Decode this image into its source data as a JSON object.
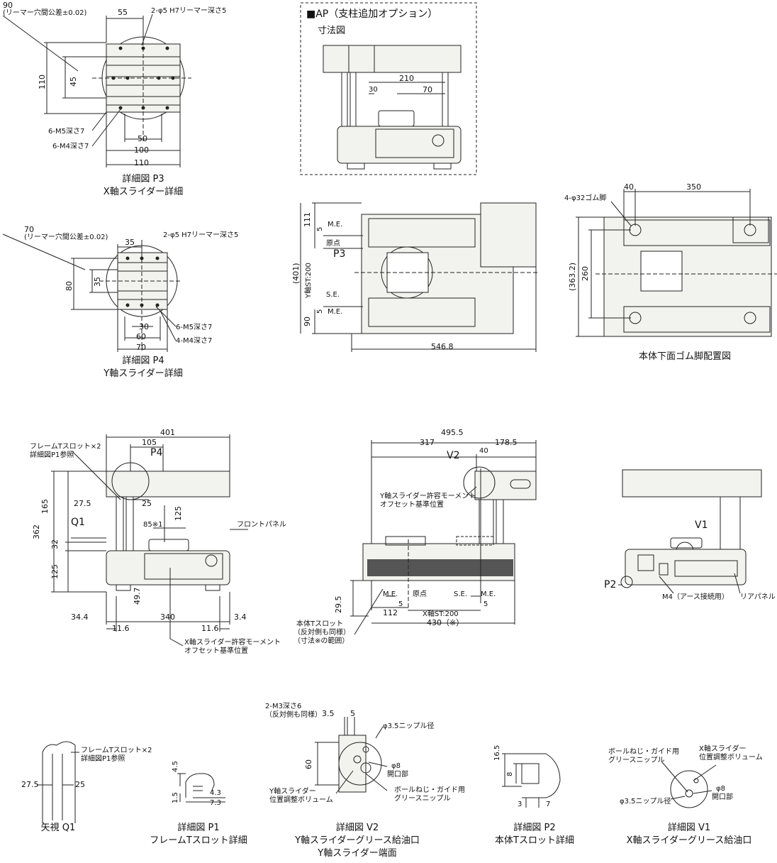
{
  "p3": {
    "d90": "90",
    "note": "(リーマー穴間公差±0.02)",
    "d55": "55",
    "pin": "2-φ5 H7リーマー深さ5",
    "d110v": "110",
    "d45": "45",
    "m5": "6-M5深さ7",
    "m4": "6-M4深さ7",
    "d50": "50",
    "d100": "100",
    "d110": "110",
    "cap1": "詳細図 P3",
    "cap2": "X軸スライダー詳細"
  },
  "ap": {
    "title": "■AP（支柱追加オプション）",
    "sub": "寸法図",
    "d210": "210",
    "d30": "30",
    "d70": "70"
  },
  "side": {
    "d111": "111",
    "d5a": "5",
    "me1": "M.E.",
    "gen": "原点",
    "p3": "P3",
    "d401": "(401)",
    "yst": "Y軸ST:200",
    "se": "S.E.",
    "me2": "M.E.",
    "d5b": "5",
    "d90": "90",
    "d5468": "546.8"
  },
  "bottom": {
    "foot": "4-φ32ゴム脚",
    "d40": "40",
    "d350": "350",
    "d363": "(363.2)",
    "d260": "260",
    "cap": "本体下面ゴム脚配置図"
  },
  "p4": {
    "d70": "70",
    "note": "(リーマー穴間公差±0.02)",
    "d35": "35",
    "pin": "2-φ5 H7リーマー深さ5",
    "d80": "80",
    "d35v": "35",
    "m5": "6-M5深さ7",
    "m4": "4-M4深さ7",
    "d30": "30",
    "d60": "60",
    "d70b": "70",
    "cap1": "詳細図 P4",
    "cap2": "Y軸スライダー詳細"
  },
  "front": {
    "d401": "401",
    "tslot": "フレームTスロット×2",
    "ref": "詳細図P1参照",
    "d105": "105",
    "p4": "P4",
    "d165": "165",
    "d275": "27.5",
    "d25": "25",
    "d125a": "125",
    "q1": "Q1",
    "d85": "85※1",
    "panel": "フロントパネル",
    "d362": "362",
    "d32": "32",
    "d125": "125",
    "d497": "49.7",
    "d344": "34.4",
    "d340": "340",
    "d34": "3.4",
    "d116a": "11.6",
    "d116b": "11.6",
    "off1": "X軸スライダー許容モーメント",
    "off2": "オフセット基準位置"
  },
  "right": {
    "d4955": "495.5",
    "d317": "317",
    "d1785": "178.5",
    "v2": "V2",
    "d40": "40",
    "off1": "Y軸スライダー許容モーメント",
    "off2": "オフセット基準位置",
    "d295": "29.5",
    "me1": "M.E.",
    "gen": "原点",
    "se": "S.E.",
    "me2": "M.E.",
    "d5a": "5",
    "d5b": "5",
    "d112": "112",
    "xst": "X軸ST:200",
    "d430": "430（※）",
    "ts1": "本体Tスロット",
    "ts2": "（反対側も同様）",
    "ts3": "（寸法※の範囲）"
  },
  "rear": {
    "v1": "V1",
    "p2": "P2",
    "m4": "M4（アース接続用）",
    "rp": "リアパネル"
  },
  "q1": {
    "ts": "フレームTスロット×2",
    "ref": "詳細図P1参照",
    "d275": "27.5",
    "d25": "25",
    "cap": "矢視 Q1"
  },
  "p1": {
    "d45": "4.5",
    "d15": "1.5",
    "d43": "4.3",
    "d73": "7.3",
    "cap1": "詳細図 P1",
    "cap2": "フレームTスロット詳細"
  },
  "v2": {
    "m3": "2-M3深さ6",
    "same": "（反対側も同様）",
    "d35": "3.5",
    "d5": "5",
    "nip": "φ3.5ニップル径",
    "d60": "60",
    "d8": "φ8",
    "hole": "開口部",
    "vol1": "Y軸スライダー",
    "vol2": "位置調整ボリューム",
    "gr1": "ボールねじ・ガイド用",
    "gr2": "グリースニップル",
    "cap1": "詳細図 V2",
    "cap2": "Y軸スライダーグリース給油口",
    "cap3": "Y軸スライダー端面"
  },
  "p2": {
    "d165": "16.5",
    "d8": "8",
    "d3": "3",
    "d7": "7",
    "cap1": "詳細図 P2",
    "cap2": "本体Tスロット詳細"
  },
  "v1": {
    "gr1": "ボールねじ・ガイド用",
    "gr2": "グリースニップル",
    "vol1": "X軸スライダー",
    "vol2": "位置調整ボリューム",
    "d8": "φ8",
    "hole": "開口部",
    "nip": "φ3.5ニップル径",
    "cap1": "詳細図 V1",
    "cap2": "X軸スライダーグリース給油口"
  }
}
